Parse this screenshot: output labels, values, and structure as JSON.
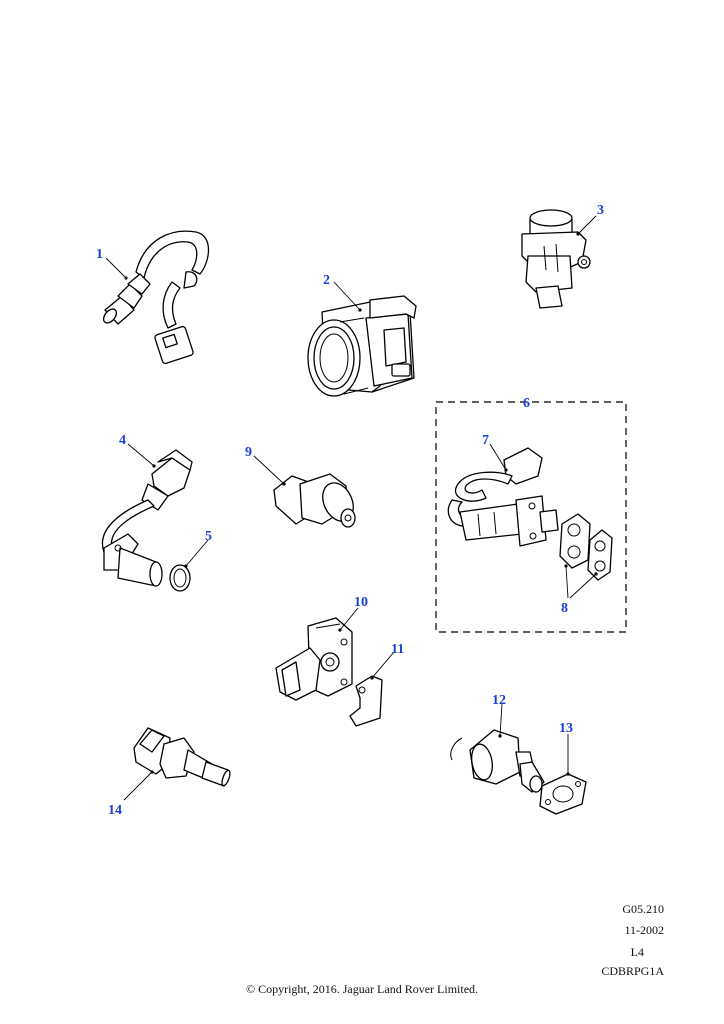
{
  "callouts": {
    "c1": "1",
    "c2": "2",
    "c3": "3",
    "c4": "4",
    "c5": "5",
    "c6": "6",
    "c7": "7",
    "c8": "8",
    "c9": "9",
    "c10": "10",
    "c11": "11",
    "c12": "12",
    "c13": "13",
    "c14": "14"
  },
  "colors": {
    "callout": "#1a3fd6",
    "line": "#000000"
  },
  "footer": {
    "ref_code": "G05.210",
    "date": "11-2002",
    "level": "L4",
    "catalog": "CDBRPG1A",
    "copyright": "© Copyright, 2016. Jaguar Land Rover Limited."
  }
}
